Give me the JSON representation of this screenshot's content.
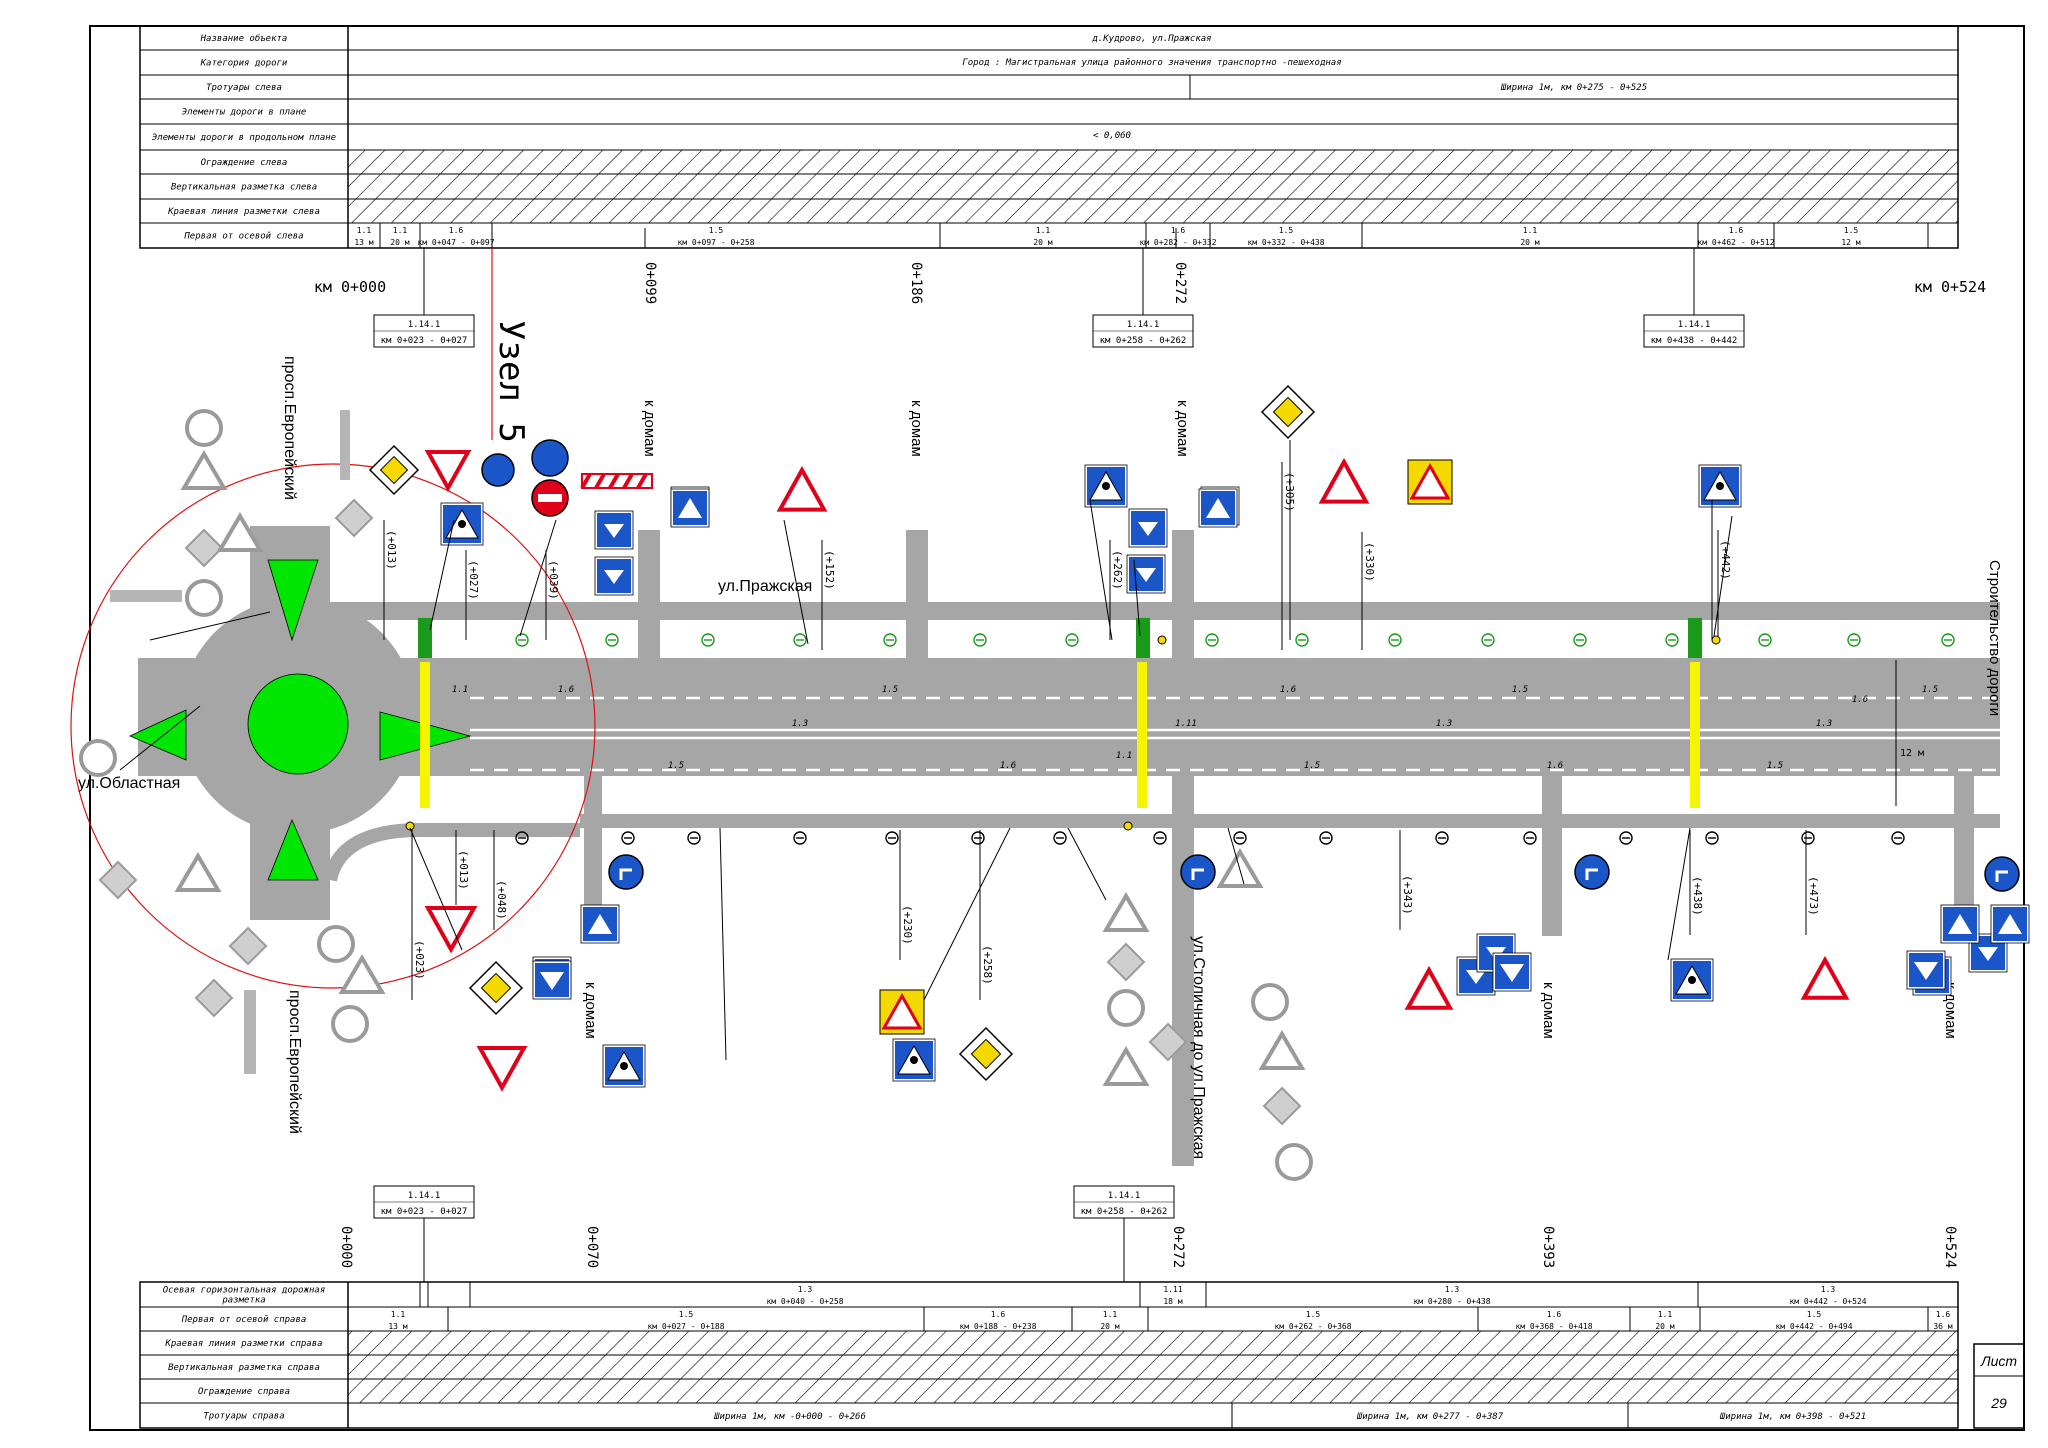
{
  "header": {
    "rows": [
      {
        "label": "Название объекта",
        "value": "д.Кудрово, ул.Пражская"
      },
      {
        "label": "Категория дороги",
        "value": "Город : Магистральная улица районного значения транспортно -пешеходная"
      },
      {
        "label": "Тротуары слева",
        "value": "Ширина 1м, км 0+275 - 0+525"
      },
      {
        "label": "Элементы дороги в плане",
        "value": ""
      },
      {
        "label": "Элементы дороги в продольном плане",
        "value": "< 0,060"
      },
      {
        "label": "Ограждение слева",
        "value": ""
      },
      {
        "label": "Вертикальная разметка слева",
        "value": ""
      },
      {
        "label": "Краевая линия разметки слева",
        "value": ""
      },
      {
        "label": "Первая от осевой слева",
        "value": ""
      }
    ],
    "first_left_cells": [
      {
        "top": "1.1",
        "bot": "13 м"
      },
      {
        "top": "1.1",
        "bot": "20 м"
      },
      {
        "top": "1.6",
        "bot": "км 0+047 - 0+097"
      },
      {
        "top": "1.5",
        "bot": "км 0+097 - 0+258"
      },
      {
        "top": "1.1",
        "bot": "20 м"
      },
      {
        "top": "1.6",
        "bot": "км 0+282 - 0+332"
      },
      {
        "top": "1.5",
        "bot": "км 0+332 - 0+438"
      },
      {
        "top": "1.1",
        "bot": "20 м"
      },
      {
        "top": "1.6",
        "bot": "км 0+462 - 0+512"
      },
      {
        "top": "1.5",
        "bot": "12 м"
      }
    ]
  },
  "plan": {
    "km_start": "км 0+000",
    "km_end": "км 0+524",
    "top_stations": [
      "0+099",
      "0+186",
      "0+272"
    ],
    "top_boxes": [
      {
        "code": "1.14.1",
        "range": "км 0+023 - 0+027"
      },
      {
        "code": "1.14.1",
        "range": "км 0+258 - 0+262"
      },
      {
        "code": "1.14.1",
        "range": "км 0+438 - 0+442"
      }
    ],
    "node_title": "Узел 5",
    "street_main": "ул.Пражская",
    "street_left": "ул.Областная",
    "street_europe_top": "просп.Европейский",
    "street_europe_bottom": "просп.Европейский",
    "street_stolichnaya": "ул.Столичная до ул.Пражская",
    "construction": "Строительство дороги",
    "to_houses": "к домам",
    "offsets_top": [
      "(+013)",
      "(+027)",
      "(+039)",
      "(+152)",
      "(+262)",
      "(+305)",
      "(+330)",
      "(+442)"
    ],
    "offsets_bottom": [
      "(+013)",
      "(+048)",
      "(+023)",
      "(+230)",
      "(+258)",
      "(+343)",
      "(+438)",
      "(+473)"
    ],
    "lane_labels": [
      "1.1",
      "1.6",
      "1.5",
      "1.3",
      "1.6",
      "1.5",
      "1.1",
      "1.6",
      "1.5",
      "1.3",
      "1.5",
      "1.6",
      "1.5",
      "1.3",
      "1.6",
      "1.5",
      "1.11"
    ],
    "width_label": "12 м",
    "bottom_boxes": [
      {
        "code": "1.14.1",
        "range": "км 0+023 - 0+027"
      },
      {
        "code": "1.14.1",
        "range": "км 0+258 - 0+262"
      }
    ],
    "bottom_stations": [
      "0+000",
      "0+070",
      "0+272",
      "0+393",
      "0+524"
    ]
  },
  "footer": {
    "rows": [
      {
        "label": "Осевая горизонтальная дорожная разметка"
      },
      {
        "label": "Первая от осевой справа"
      },
      {
        "label": "Краевая линия разметки справа"
      },
      {
        "label": "Вертикальная разметка справа"
      },
      {
        "label": "Ограждение справа"
      },
      {
        "label": "Тротуары справа"
      }
    ],
    "axis_cells": [
      {
        "top": "1.3",
        "bot": "км 0+040 - 0+258"
      },
      {
        "top": "1.11",
        "bot": "18 м"
      },
      {
        "top": "1.3",
        "bot": "км 0+280 - 0+438"
      },
      {
        "top": "1.3",
        "bot": "км 0+442 - 0+524"
      }
    ],
    "first_right_cells": [
      {
        "top": "1.1",
        "bot": "13 м"
      },
      {
        "top": "1.5",
        "bot": "км 0+027 - 0+188"
      },
      {
        "top": "1.6",
        "bot": "км 0+188 - 0+238"
      },
      {
        "top": "1.1",
        "bot": "20 м"
      },
      {
        "top": "1.5",
        "bot": "км 0+262 - 0+368"
      },
      {
        "top": "1.6",
        "bot": "км 0+368 - 0+418"
      },
      {
        "top": "1.1",
        "bot": "20 м"
      },
      {
        "top": "1.5",
        "bot": "км 0+442 - 0+494"
      },
      {
        "top": "1.6",
        "bot": "36 м"
      }
    ],
    "sidewalk_cells": [
      "Ширина 1м, км -0+000 - 0+266",
      "Ширина 1м, км 0+277 - 0+387",
      "Ширина 1м, км 0+398 - 0+521"
    ]
  },
  "sheet": {
    "label": "Лист",
    "number": "29"
  },
  "colors": {
    "road": "#a6a6a6",
    "green": "#00e600",
    "sign_blue": "#1a56c8",
    "sign_red": "#e0001a",
    "circle": "#e01010"
  }
}
